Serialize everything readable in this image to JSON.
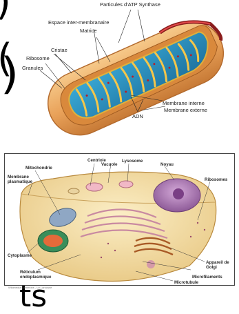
{
  "mitochondrion": {
    "labels": {
      "atp": "Particules d'ATP Synthase",
      "intermembrane": "Espace inter-membranaire",
      "matrix": "Matrice",
      "cristae": "Cristae",
      "ribosome": "Ribosome",
      "granules": "Granules",
      "inner_membrane": "Membrane interne",
      "outer_membrane": "Membrane externe",
      "dna": "ADN"
    }
  },
  "cell": {
    "labels": {
      "centriole": "Centriole",
      "vacuole": "Vacuole",
      "lysosome": "Lysosome",
      "nucleus": "Noyau",
      "mitochondria": "Mitochondrie",
      "plasma_membrane_line1": "Membrane",
      "plasma_membrane_line2": "plasmatique",
      "ribosomes": "Ribosomes",
      "cytoplasm": "Cytoplasme",
      "golgi_line1": "Appareil de",
      "golgi_line2": "Golgi",
      "er_line1": "Réticulum",
      "er_line2": "endoplasmique",
      "microfilaments": "Microfilaments",
      "microtubule": "Microtubule"
    },
    "caption": "Wikimedia Commons - Le Larousse"
  },
  "edge_glyphs": {
    "top_left": ")",
    "mid_left": "(",
    "right": ")",
    "bottom": "ts"
  }
}
